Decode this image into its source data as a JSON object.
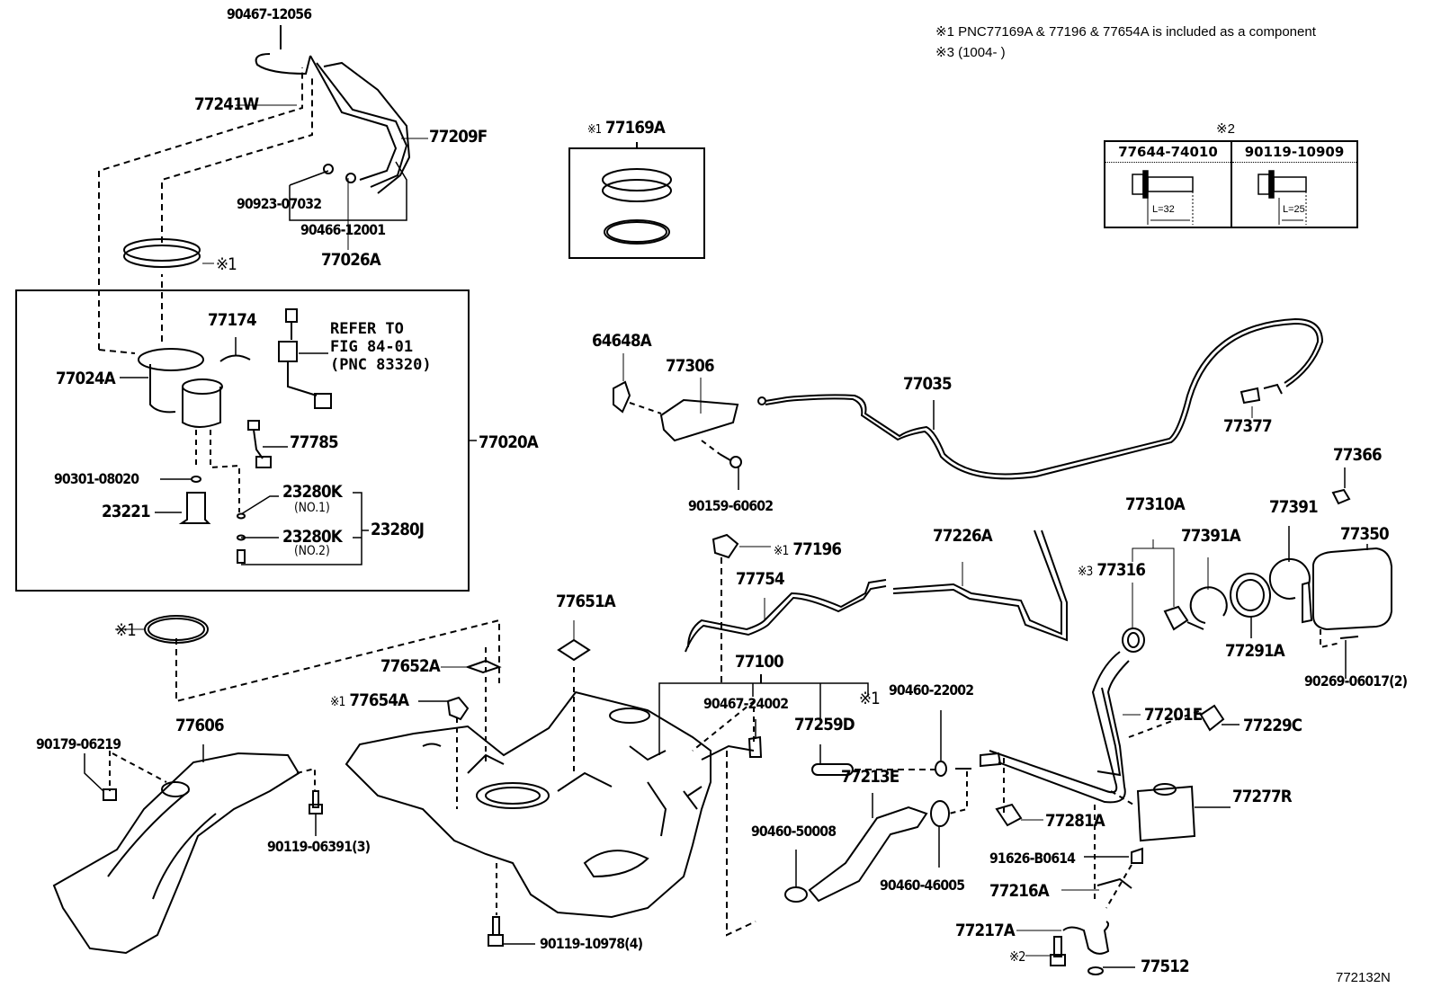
{
  "diagram": {
    "figure_id": "772132N",
    "notes": [
      "※1 PNC77169A & 77196 & 77654A is included as a component",
      "※3 (1004-       )"
    ],
    "fastener_table": {
      "mark": "※2",
      "columns": [
        {
          "part": "77644-74010",
          "length": "L=32"
        },
        {
          "part": "90119-10909",
          "length": "L=25"
        }
      ]
    },
    "refer": [
      "REFER TO",
      "FIG 84-01",
      "(PNC 83320)"
    ],
    "marks": {
      "m1": "※1",
      "m2": "※2",
      "m3": "※3"
    },
    "labels": {
      "p9046712056": "90467-12056",
      "p77241W": "77241W",
      "p77209F": "77209F",
      "p9092307032": "90923-07032",
      "p9046612001": "90466-12001",
      "p77026A": "77026A",
      "p77169A": "77169A",
      "p77174": "77174",
      "p77024A": "77024A",
      "p77785": "77785",
      "p77020A": "77020A",
      "p9030108020": "90301-08020",
      "p23221": "23221",
      "p23280K_1": "23280K",
      "p23280K_1_sub": "(NO.1)",
      "p23280K_2": "23280K",
      "p23280K_2_sub": "(NO.2)",
      "p23280J": "23280J",
      "p64648A": "64648A",
      "p77306": "77306",
      "p9015960602": "90159-60602",
      "p77035": "77035",
      "p77377": "77377",
      "p77366": "77366",
      "p77310A": "77310A",
      "p77391A": "77391A",
      "p77391": "77391",
      "p77350": "77350",
      "p77316": "77316",
      "p77291A": "77291A",
      "p9026906017": "90269-06017(2)",
      "p77196": "77196",
      "p77754": "77754",
      "p77226A": "77226A",
      "p77651A": "77651A",
      "p77652A": "77652A",
      "p77654A": "77654A",
      "p77606": "77606",
      "p9017906219": "90179-06219",
      "p9011906391": "90119-06391(3)",
      "p77100": "77100",
      "p9046724002": "90467-24002",
      "p77259D": "77259D",
      "p9046022002": "90460-22002",
      "p77213E": "77213E",
      "p9046050008": "90460-50008",
      "p9046046005": "90460-46005",
      "p77201E": "77201E",
      "p77229C": "77229C",
      "p77277R": "77277R",
      "p77281A": "77281A",
      "p91626B0614": "91626-B0614",
      "p77216A": "77216A",
      "p77217A": "77217A",
      "p77512": "77512",
      "p9011910978": "90119-10978(4)"
    }
  }
}
